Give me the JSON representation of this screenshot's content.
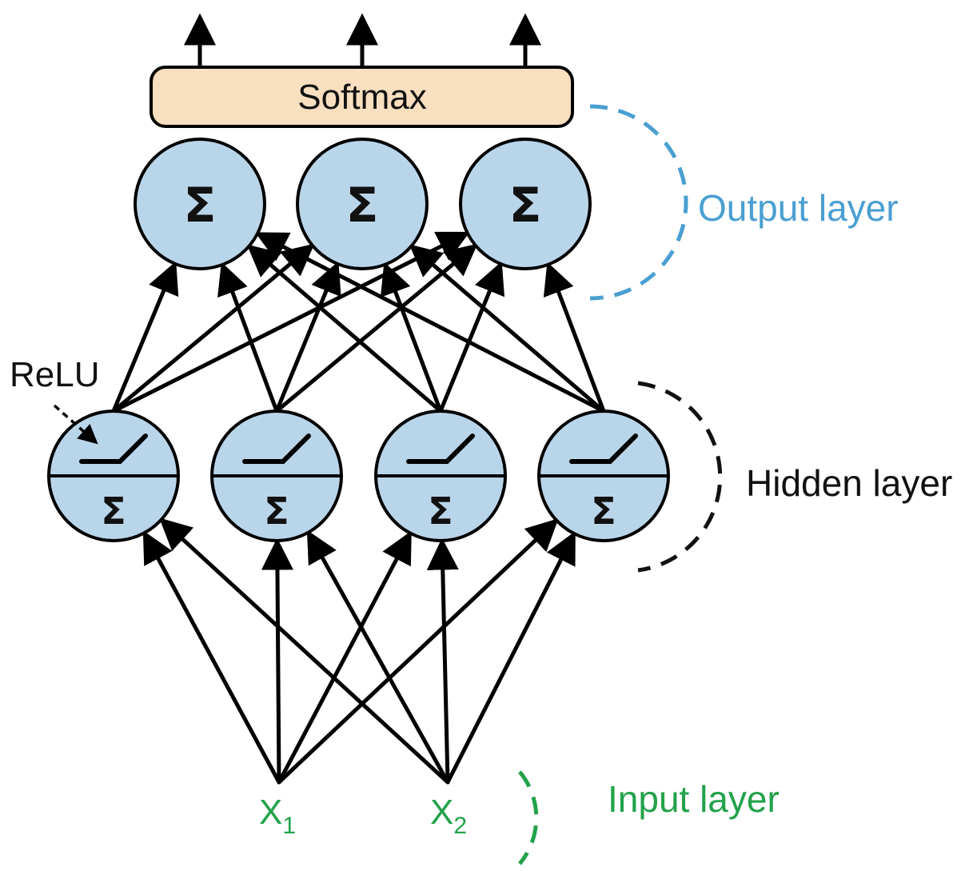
{
  "softmax_label": "Softmax",
  "output_layer": {
    "label": "Output layer",
    "neuron_symbol": "Σ",
    "count": 3
  },
  "hidden_layer": {
    "label": "Hidden layer",
    "neuron_symbol": "Σ",
    "activation_label": "ReLU",
    "count": 4
  },
  "input_layer": {
    "label": "Input layer",
    "inputs": [
      {
        "name": "X",
        "sub": "1"
      },
      {
        "name": "X",
        "sub": "2"
      }
    ]
  },
  "colors": {
    "neuron_fill": "#b9d5ea",
    "softmax_fill": "#f8dfbf",
    "output_accent": "#4a9fd2",
    "hidden_accent": "#111111",
    "input_accent": "#23a24a"
  }
}
